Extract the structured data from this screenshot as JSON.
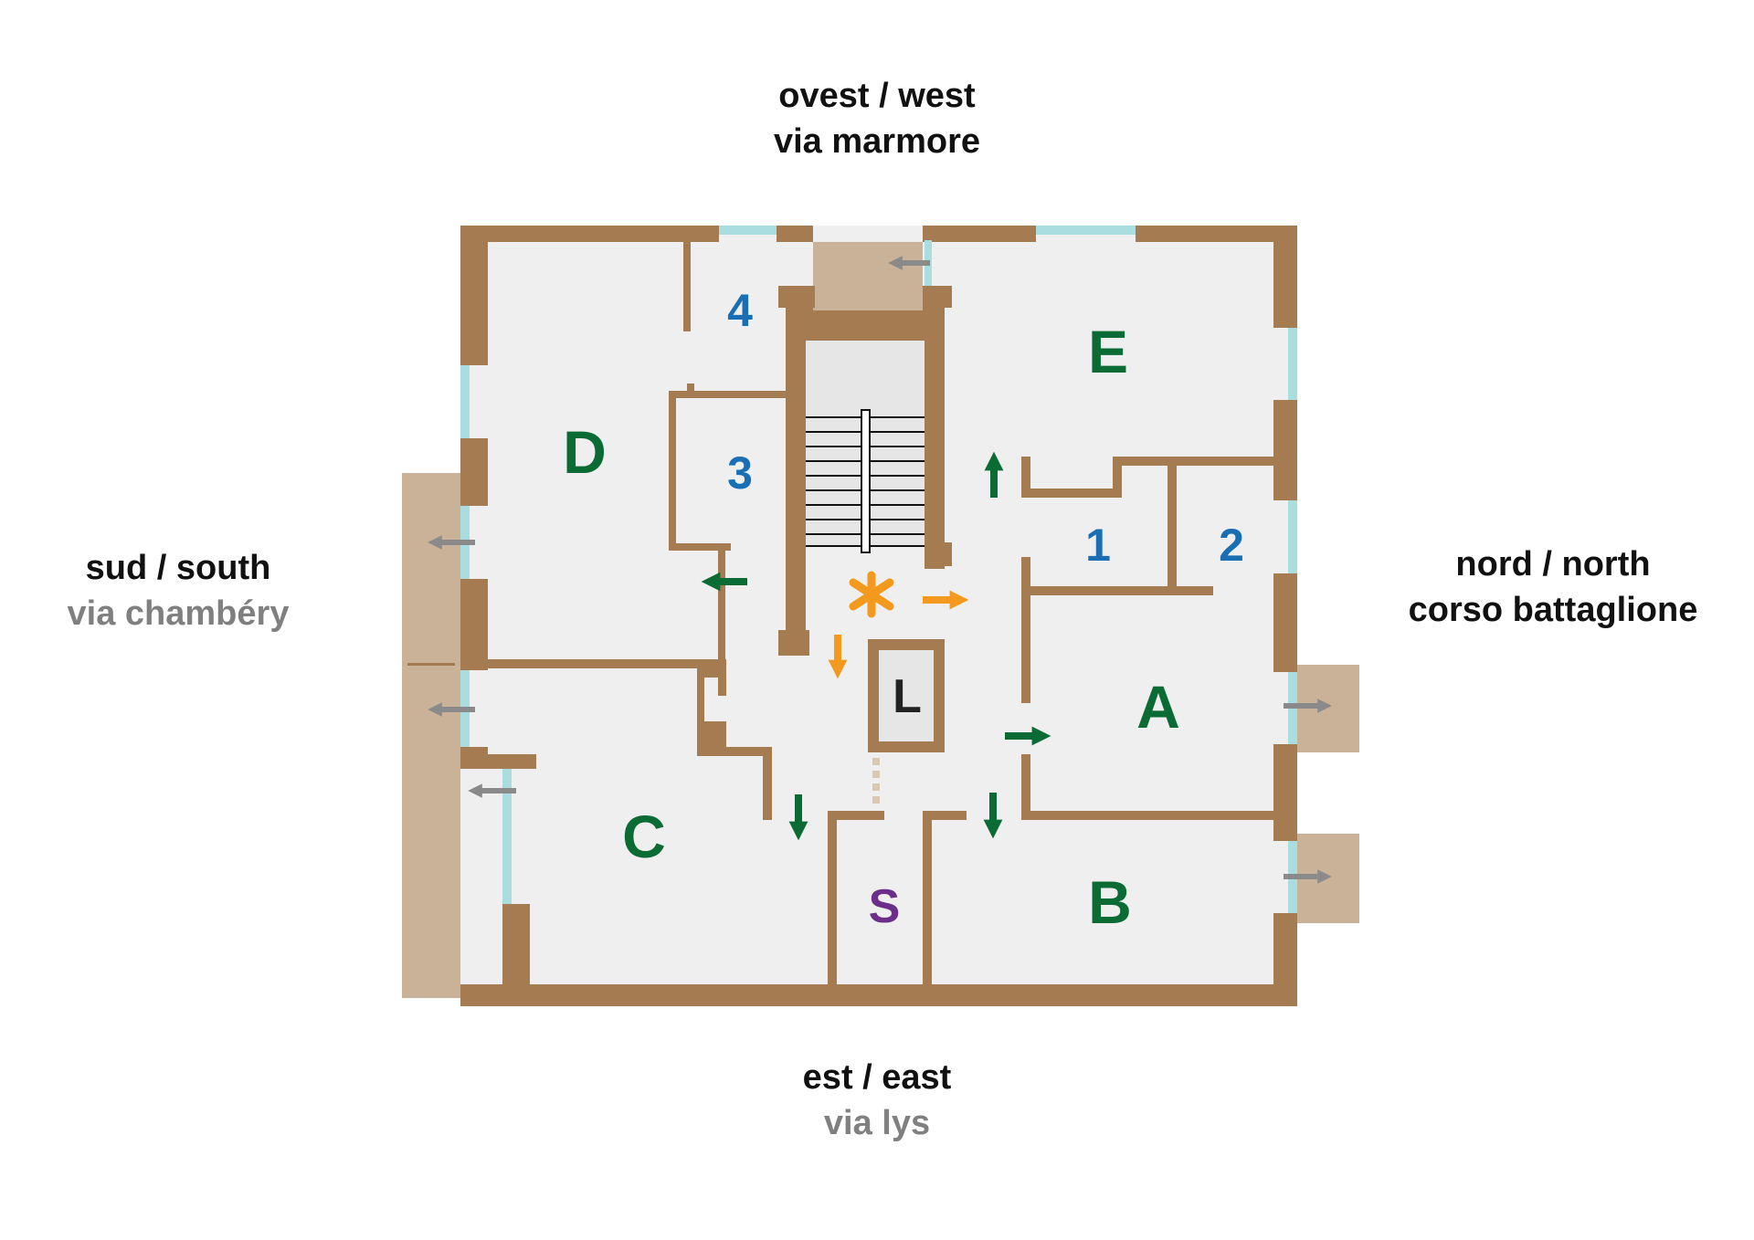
{
  "compass": {
    "west": {
      "direction": "ovest / west",
      "street": "via marmore",
      "street_color": "#111111"
    },
    "east": {
      "direction": "est / east",
      "street": "via lys",
      "street_color": "#808080"
    },
    "south": {
      "direction": "sud / south",
      "street": "via chambéry",
      "street_color": "#808080"
    },
    "north": {
      "direction": "nord / north",
      "street": "corso battaglione",
      "street_color": "#111111"
    }
  },
  "apartments": [
    {
      "label": "A",
      "color": "#0b6b34"
    },
    {
      "label": "B",
      "color": "#0b6b34"
    },
    {
      "label": "C",
      "color": "#0b6b34"
    },
    {
      "label": "D",
      "color": "#0b6b34"
    },
    {
      "label": "E",
      "color": "#0b6b34"
    }
  ],
  "rooms": [
    {
      "label": "1",
      "color": "#1a6fb4"
    },
    {
      "label": "2",
      "color": "#1a6fb4"
    },
    {
      "label": "3",
      "color": "#1a6fb4"
    },
    {
      "label": "4",
      "color": "#1a6fb4"
    }
  ],
  "service_room": {
    "label": "S",
    "color": "#6b2f8a"
  },
  "lift": {
    "label": "L",
    "color": "#222222"
  },
  "marker": {
    "icon": "asterisk-icon",
    "color": "#f39a1e"
  },
  "colors": {
    "wall": "#a57c52",
    "floor": "#efefef",
    "balcony": "#c9b298",
    "window": "#a9dde0",
    "route_arrow": "#0b6b34",
    "exit_arrow": "#888888",
    "start_arrow": "#f39a1e"
  }
}
